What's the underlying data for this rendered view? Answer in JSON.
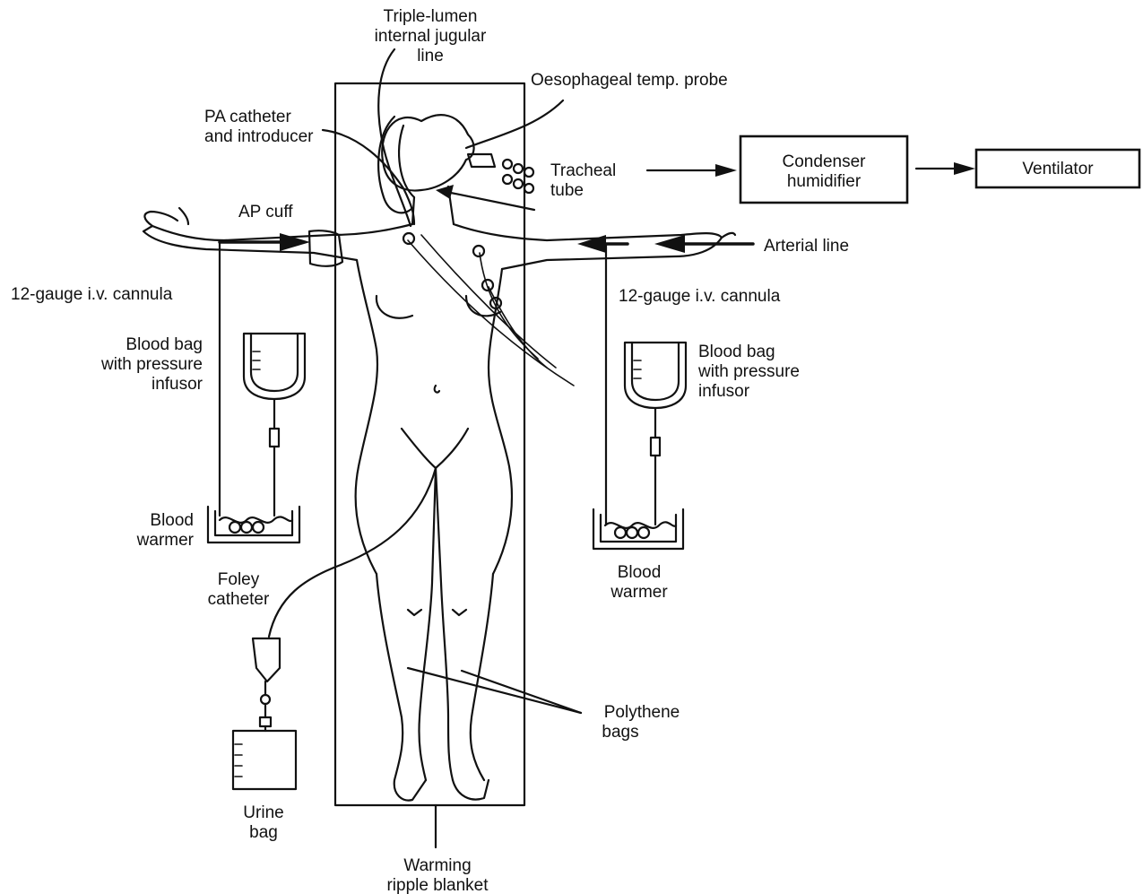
{
  "labels": {
    "triple_lumen": [
      "Triple-lumen",
      "internal jugular",
      "line"
    ],
    "oesophageal_probe": [
      "Oesophageal temp. probe"
    ],
    "pa_catheter": [
      "PA catheter",
      "and introducer"
    ],
    "tracheal_tube": [
      "Tracheal",
      "tube"
    ],
    "ap_cuff": [
      "AP cuff"
    ],
    "arterial_line": [
      "Arterial line"
    ],
    "cannula_left": [
      "12-gauge i.v. cannula"
    ],
    "cannula_right": [
      "12-gauge i.v. cannula"
    ],
    "blood_bag_left": [
      "Blood bag",
      "with pressure",
      "infusor"
    ],
    "blood_bag_right": [
      "Blood bag",
      "with pressure",
      "infusor"
    ],
    "blood_warmer_left": [
      "Blood",
      "warmer"
    ],
    "blood_warmer_right": [
      "Blood",
      "warmer"
    ],
    "foley": [
      "Foley",
      "catheter"
    ],
    "urine_bag": [
      "Urine",
      "bag"
    ],
    "polythene": [
      "Polythene",
      "bags"
    ],
    "warming_blanket": [
      "Warming",
      "ripple blanket"
    ]
  },
  "boxes": {
    "condenser": [
      "Condenser",
      "humidifier"
    ],
    "ventilator": [
      "Ventilator"
    ]
  }
}
